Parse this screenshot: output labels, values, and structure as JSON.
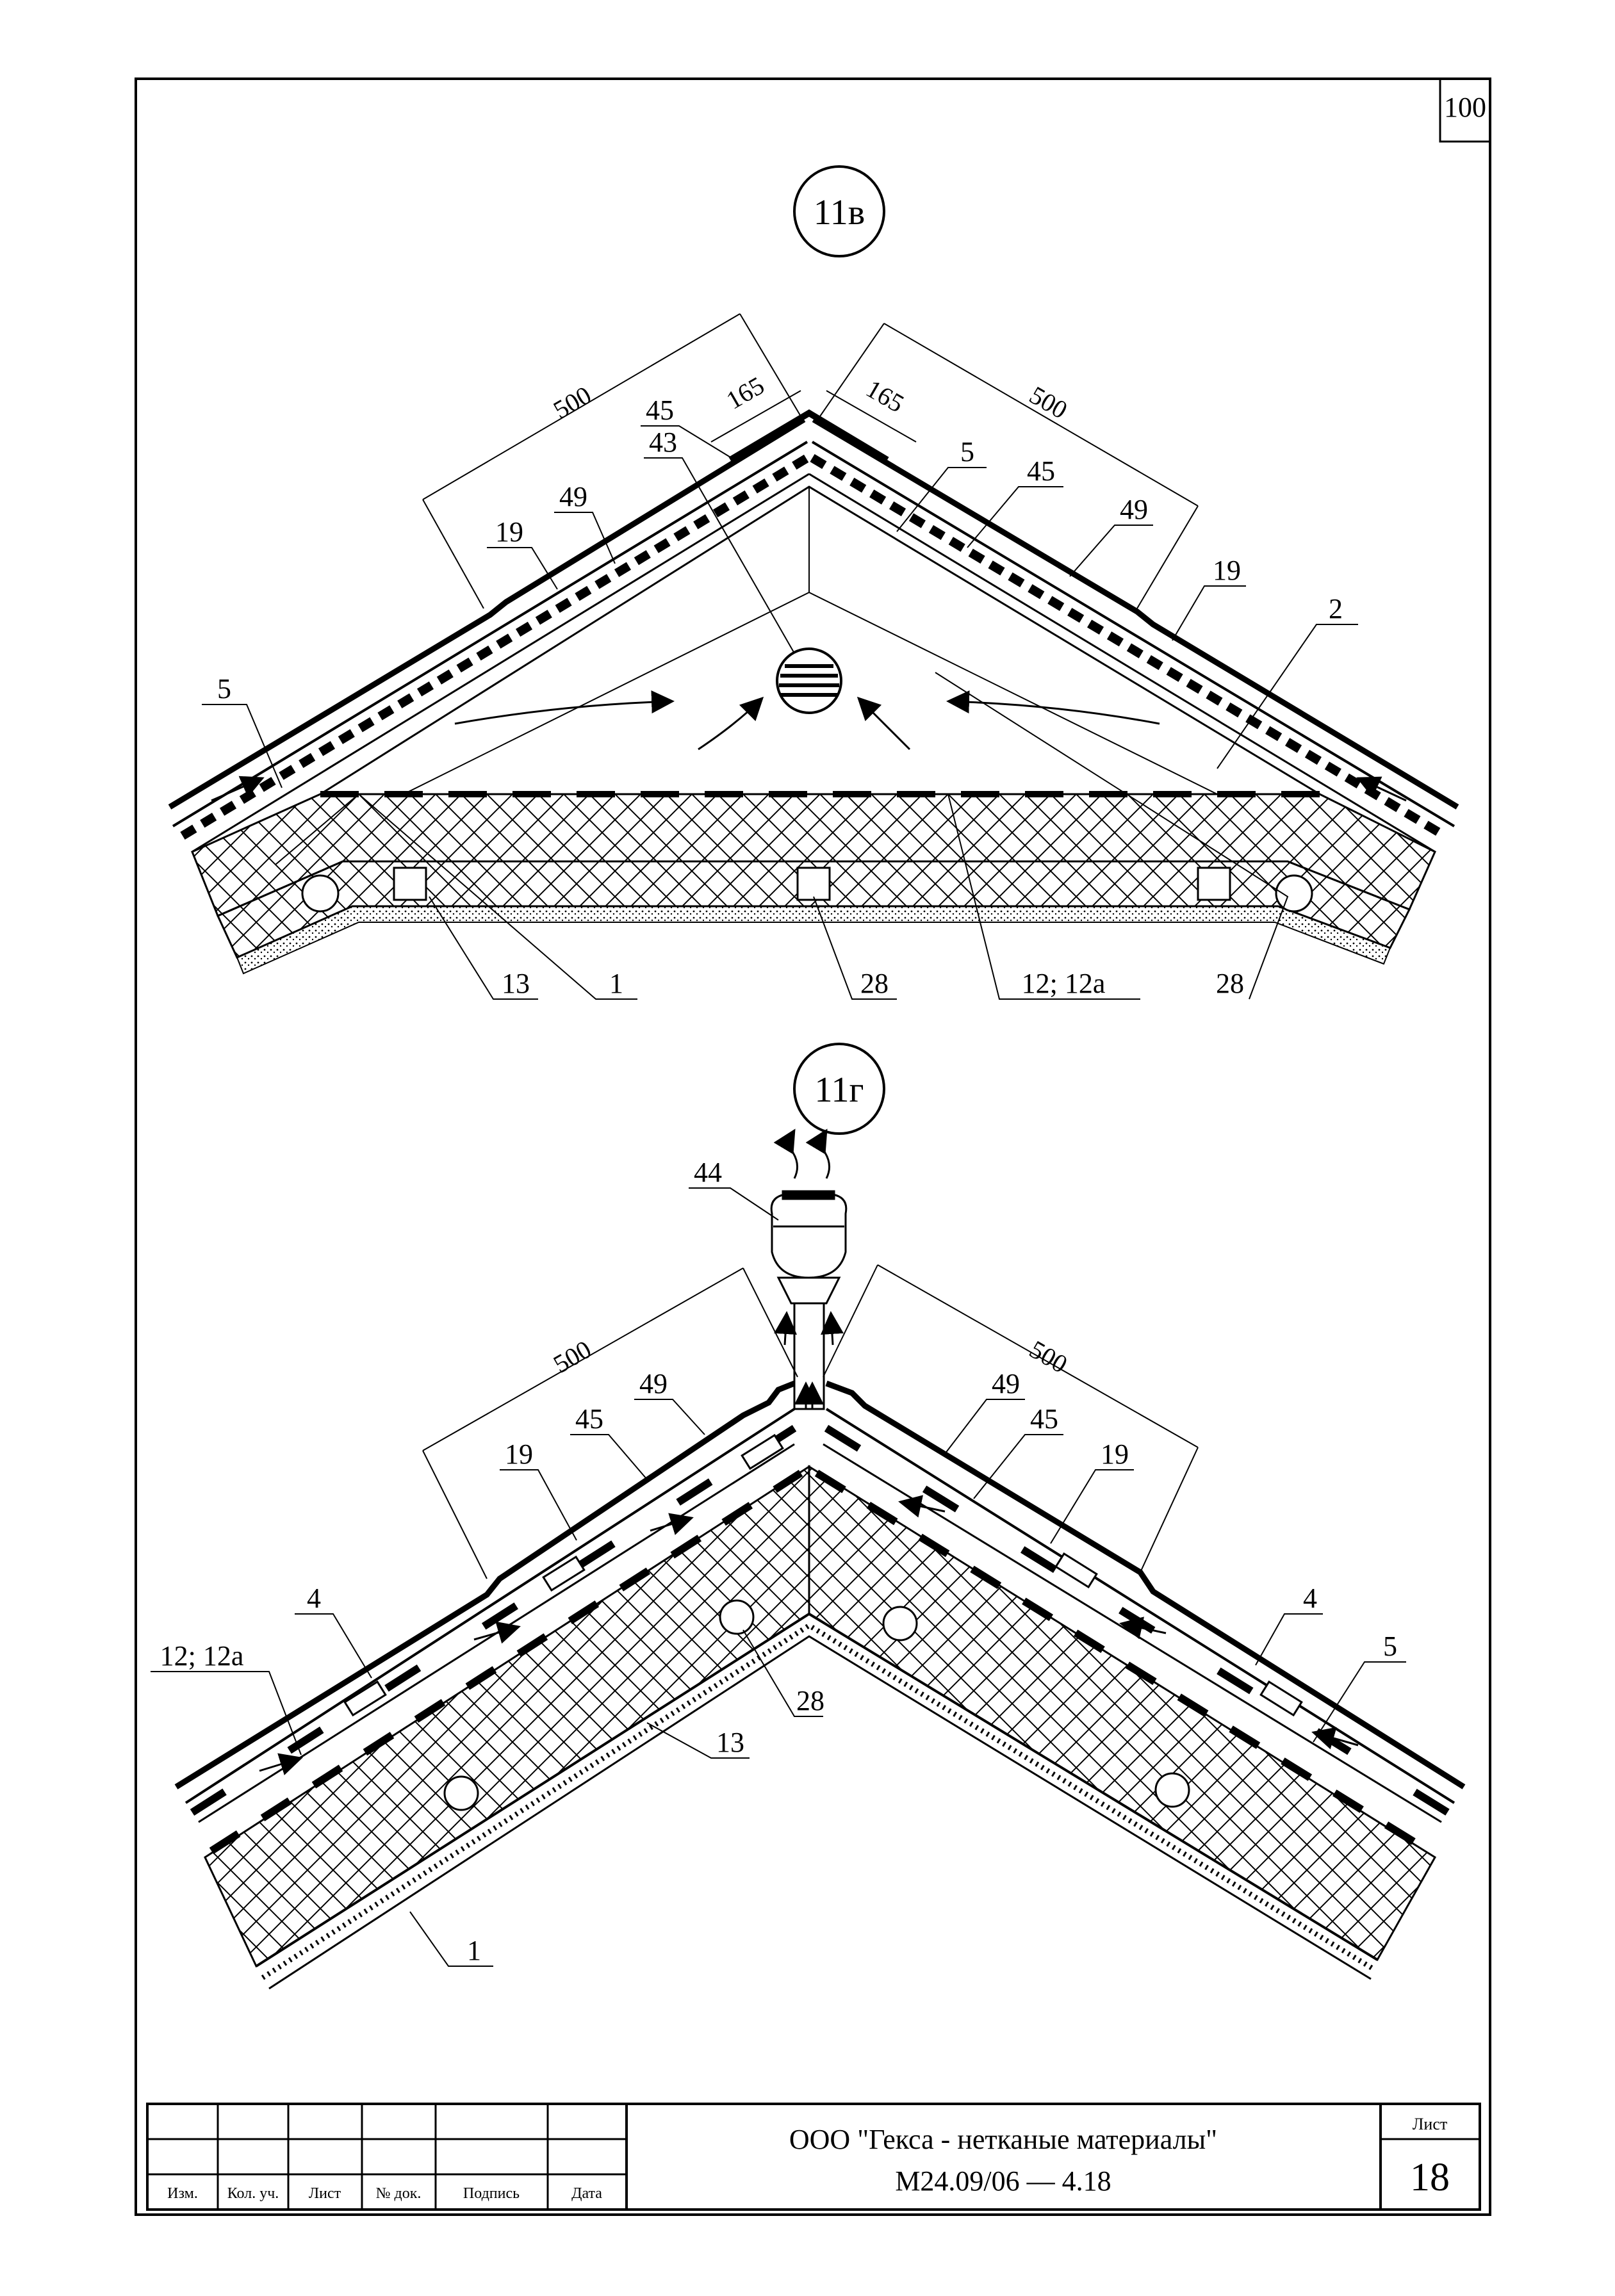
{
  "sheet": {
    "number_top": "100"
  },
  "detail_a": {
    "id": "11в",
    "dims": {
      "left": "500",
      "right": "500",
      "left_small": "165",
      "right_small": "165"
    },
    "labels": {
      "45": "45",
      "43": "43",
      "49": "49",
      "19": "19",
      "5": "5",
      "45r": "45",
      "5r": "5",
      "49r": "49",
      "19r": "19",
      "2": "2",
      "13": "13",
      "1": "1",
      "28": "28",
      "12": "12; 12а",
      "28r": "28"
    }
  },
  "detail_b": {
    "id": "11г",
    "dims": {
      "left": "500",
      "right": "500"
    },
    "labels": {
      "44": "44",
      "49": "49",
      "45": "45",
      "19": "19",
      "4": "4",
      "12": "12; 12а",
      "28": "28",
      "13": "13",
      "1": "1",
      "49r": "49",
      "45r": "45",
      "19r": "19",
      "4r": "4",
      "5r": "5"
    }
  },
  "title_block": {
    "headers": [
      "Изм.",
      "Кол. уч.",
      "Лист",
      "№ док.",
      "Подпись",
      "Дата"
    ],
    "organization": "ООО \"Гекса - нетканые материалы\"",
    "document_code": "М24.09/06  —  4.18",
    "sheet_label": "Лист",
    "sheet_number": "18"
  }
}
